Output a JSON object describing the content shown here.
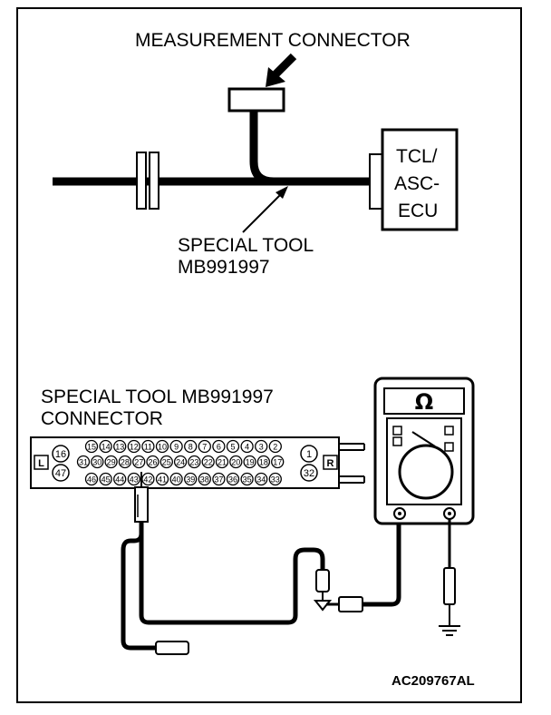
{
  "labels": {
    "measurement_connector": "MEASUREMENT CONNECTOR",
    "ecu_line1": "TCL/",
    "ecu_line2": "ASC-",
    "ecu_line3": "ECU",
    "special_tool_line1": "SPECIAL TOOL",
    "special_tool_line2": "MB991997",
    "connector_title_line1": "SPECIAL TOOL MB991997",
    "connector_title_line2": "CONNECTOR",
    "ohm_symbol": "Ω",
    "figure_code": "AC209767AL"
  },
  "connector": {
    "left_marker": "L",
    "right_marker": "R",
    "pin_left_top": "16",
    "pin_left_bottom": "47",
    "pin_right_top": "1",
    "pin_right_bottom": "32",
    "row1": [
      "15",
      "14",
      "13",
      "12",
      "11",
      "10",
      "9",
      "8",
      "7",
      "6",
      "5",
      "4",
      "3",
      "2"
    ],
    "row2": [
      "31",
      "30",
      "29",
      "28",
      "27",
      "26",
      "25",
      "24",
      "23",
      "22",
      "21",
      "20",
      "19",
      "18",
      "17"
    ],
    "row3": [
      "46",
      "45",
      "44",
      "43",
      "42",
      "41",
      "40",
      "39",
      "38",
      "37",
      "36",
      "35",
      "34",
      "33"
    ]
  },
  "icons": {
    "arrow": "arrow-icon",
    "ground": "ground-icon"
  }
}
